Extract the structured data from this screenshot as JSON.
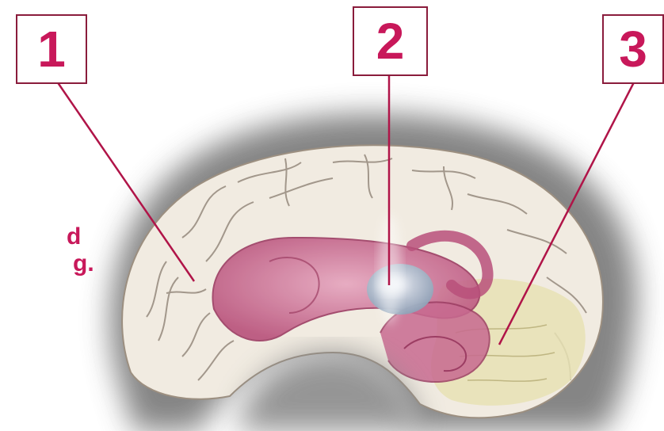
{
  "labels": [
    {
      "number": "1"
    },
    {
      "number": "2"
    },
    {
      "number": "3"
    }
  ],
  "side_text": {
    "line1": "d",
    "line2": "g."
  },
  "colors": {
    "accent": "#c8185a",
    "leader_line": "#b01448",
    "box_border": "#8a1c3c",
    "cortex": "#f1ebe1",
    "limbic": "#c86a90",
    "thalamus": "#b9c7d4",
    "temporal": "#e8e2b4",
    "shadow": "#7a7a7a"
  }
}
